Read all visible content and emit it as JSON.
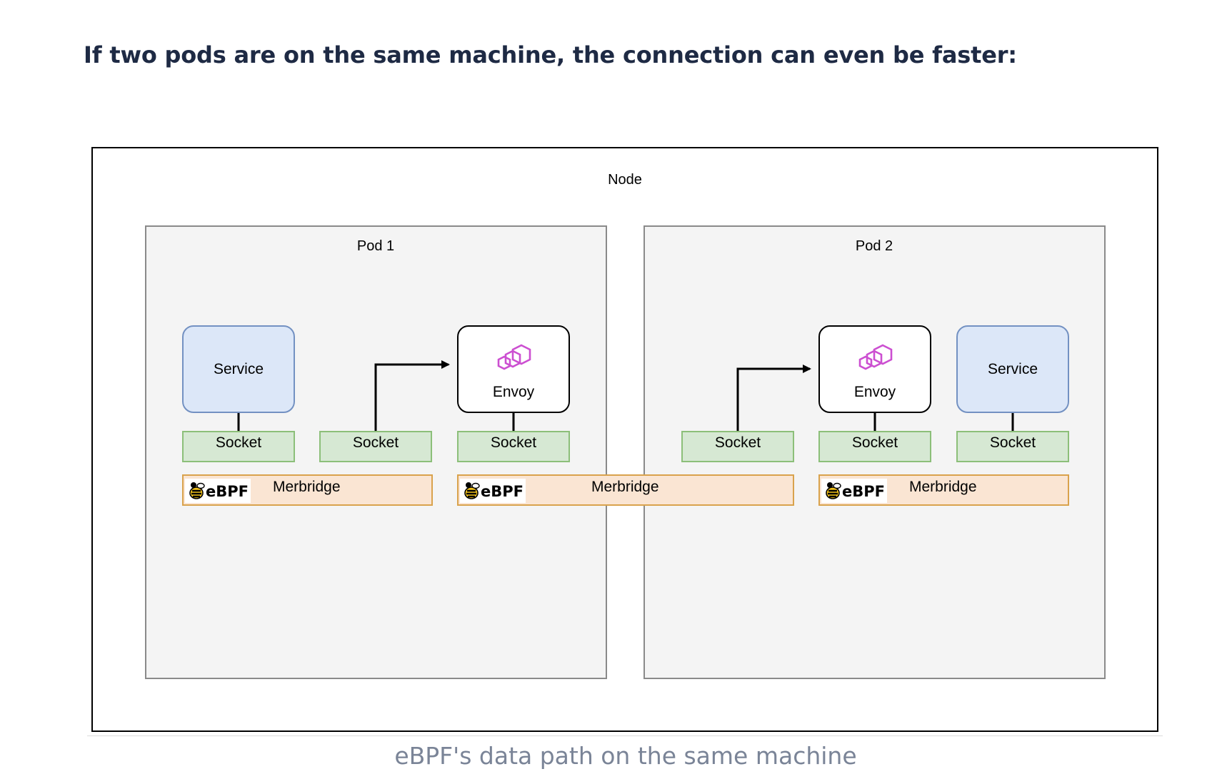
{
  "heading": "If two pods are on the same machine, the connection can even be faster:",
  "diagram": {
    "node_label": "Node",
    "pod1": {
      "label": "Pod 1",
      "service_label": "Service",
      "envoy_label": "Envoy",
      "sockets": [
        "Socket",
        "Socket",
        "Socket"
      ]
    },
    "pod2": {
      "label": "Pod 2",
      "service_label": "Service",
      "envoy_label": "Envoy",
      "sockets": [
        "Socket",
        "Socket",
        "Socket"
      ]
    },
    "merbridge": [
      "Merbridge",
      "Merbridge",
      "Merbridge"
    ],
    "ebpf_logo": "eBPF",
    "colors": {
      "service_fill": "#dce7f8",
      "socket_fill": "#d6e8d3",
      "merbridge_fill": "#fae5d3",
      "pod_fill": "#f4f4f4",
      "envoy_icon": "#cc4fd1"
    }
  },
  "caption": "eBPF's data path on the same machine"
}
